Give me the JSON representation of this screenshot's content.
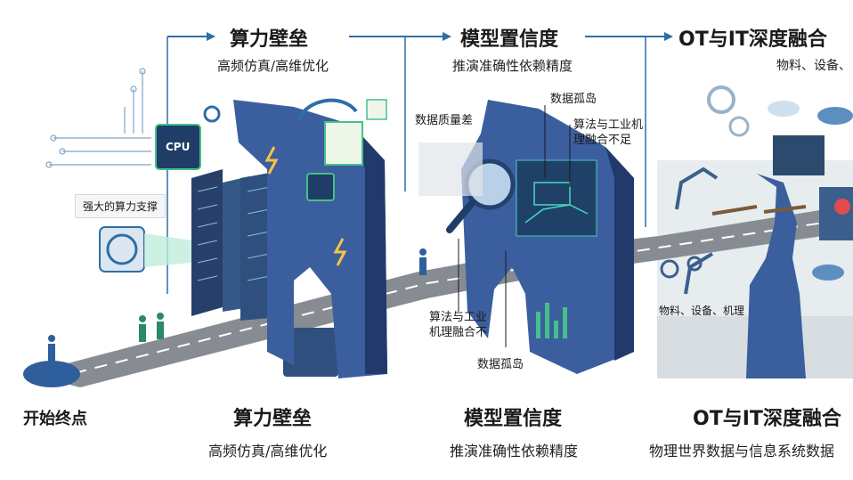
{
  "stages": [
    {
      "title": "算力壁垒",
      "subtitle": "高频仿真/高维优化"
    },
    {
      "title": "模型置信度",
      "subtitle": "推演准确性依赖精度"
    },
    {
      "title": "OT与IT深度融合",
      "subtitle": "物料、设备、"
    }
  ],
  "bottom": {
    "start": "开始终点",
    "stage1_title": "算力壁垒",
    "stage1_sub": "高频仿真/高维优化",
    "stage2_title": "模型置信度",
    "stage2_sub": "推演准确性依赖精度",
    "stage3_title": "OT与IT深度融合",
    "stage3_sub": "物理世界数据与信息系统数据"
  },
  "labels": {
    "cpu": "CPU",
    "compute_support": "强大的算力支撑",
    "data_island_top": "数据孤岛",
    "data_quality": "数据质量差",
    "algo_fusion_top": "算法与工业机理融合不足",
    "algo_fusion_bottom": "算法与工业机理融合不",
    "data_island_bottom": "数据孤岛",
    "equipment": "物料、设备、机理"
  },
  "colors": {
    "cliff": "#3b5f9e",
    "cliff_dark": "#22396b",
    "road": "#8b8f95",
    "accent": "#2e6ea6",
    "green": "#3bbf8c"
  }
}
